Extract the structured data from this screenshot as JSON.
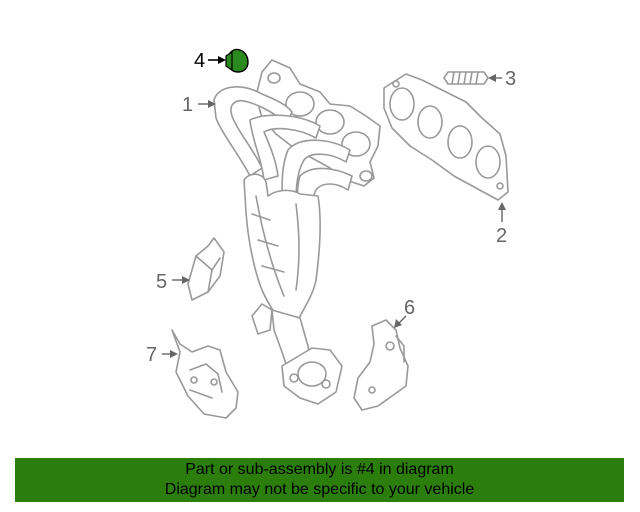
{
  "diagram": {
    "callouts": [
      {
        "id": "1",
        "text": "1"
      },
      {
        "id": "2",
        "text": "2"
      },
      {
        "id": "3",
        "text": "3"
      },
      {
        "id": "4",
        "text": "4"
      },
      {
        "id": "5",
        "text": "5"
      },
      {
        "id": "6",
        "text": "6"
      },
      {
        "id": "7",
        "text": "7"
      }
    ],
    "highlight_part": "4",
    "highlight_color": "#2b8a1f"
  },
  "banner": {
    "line1": "Part or sub-assembly is #4 in diagram",
    "line2": "Diagram may not be specific to your vehicle",
    "background": "#2b7d0c"
  }
}
